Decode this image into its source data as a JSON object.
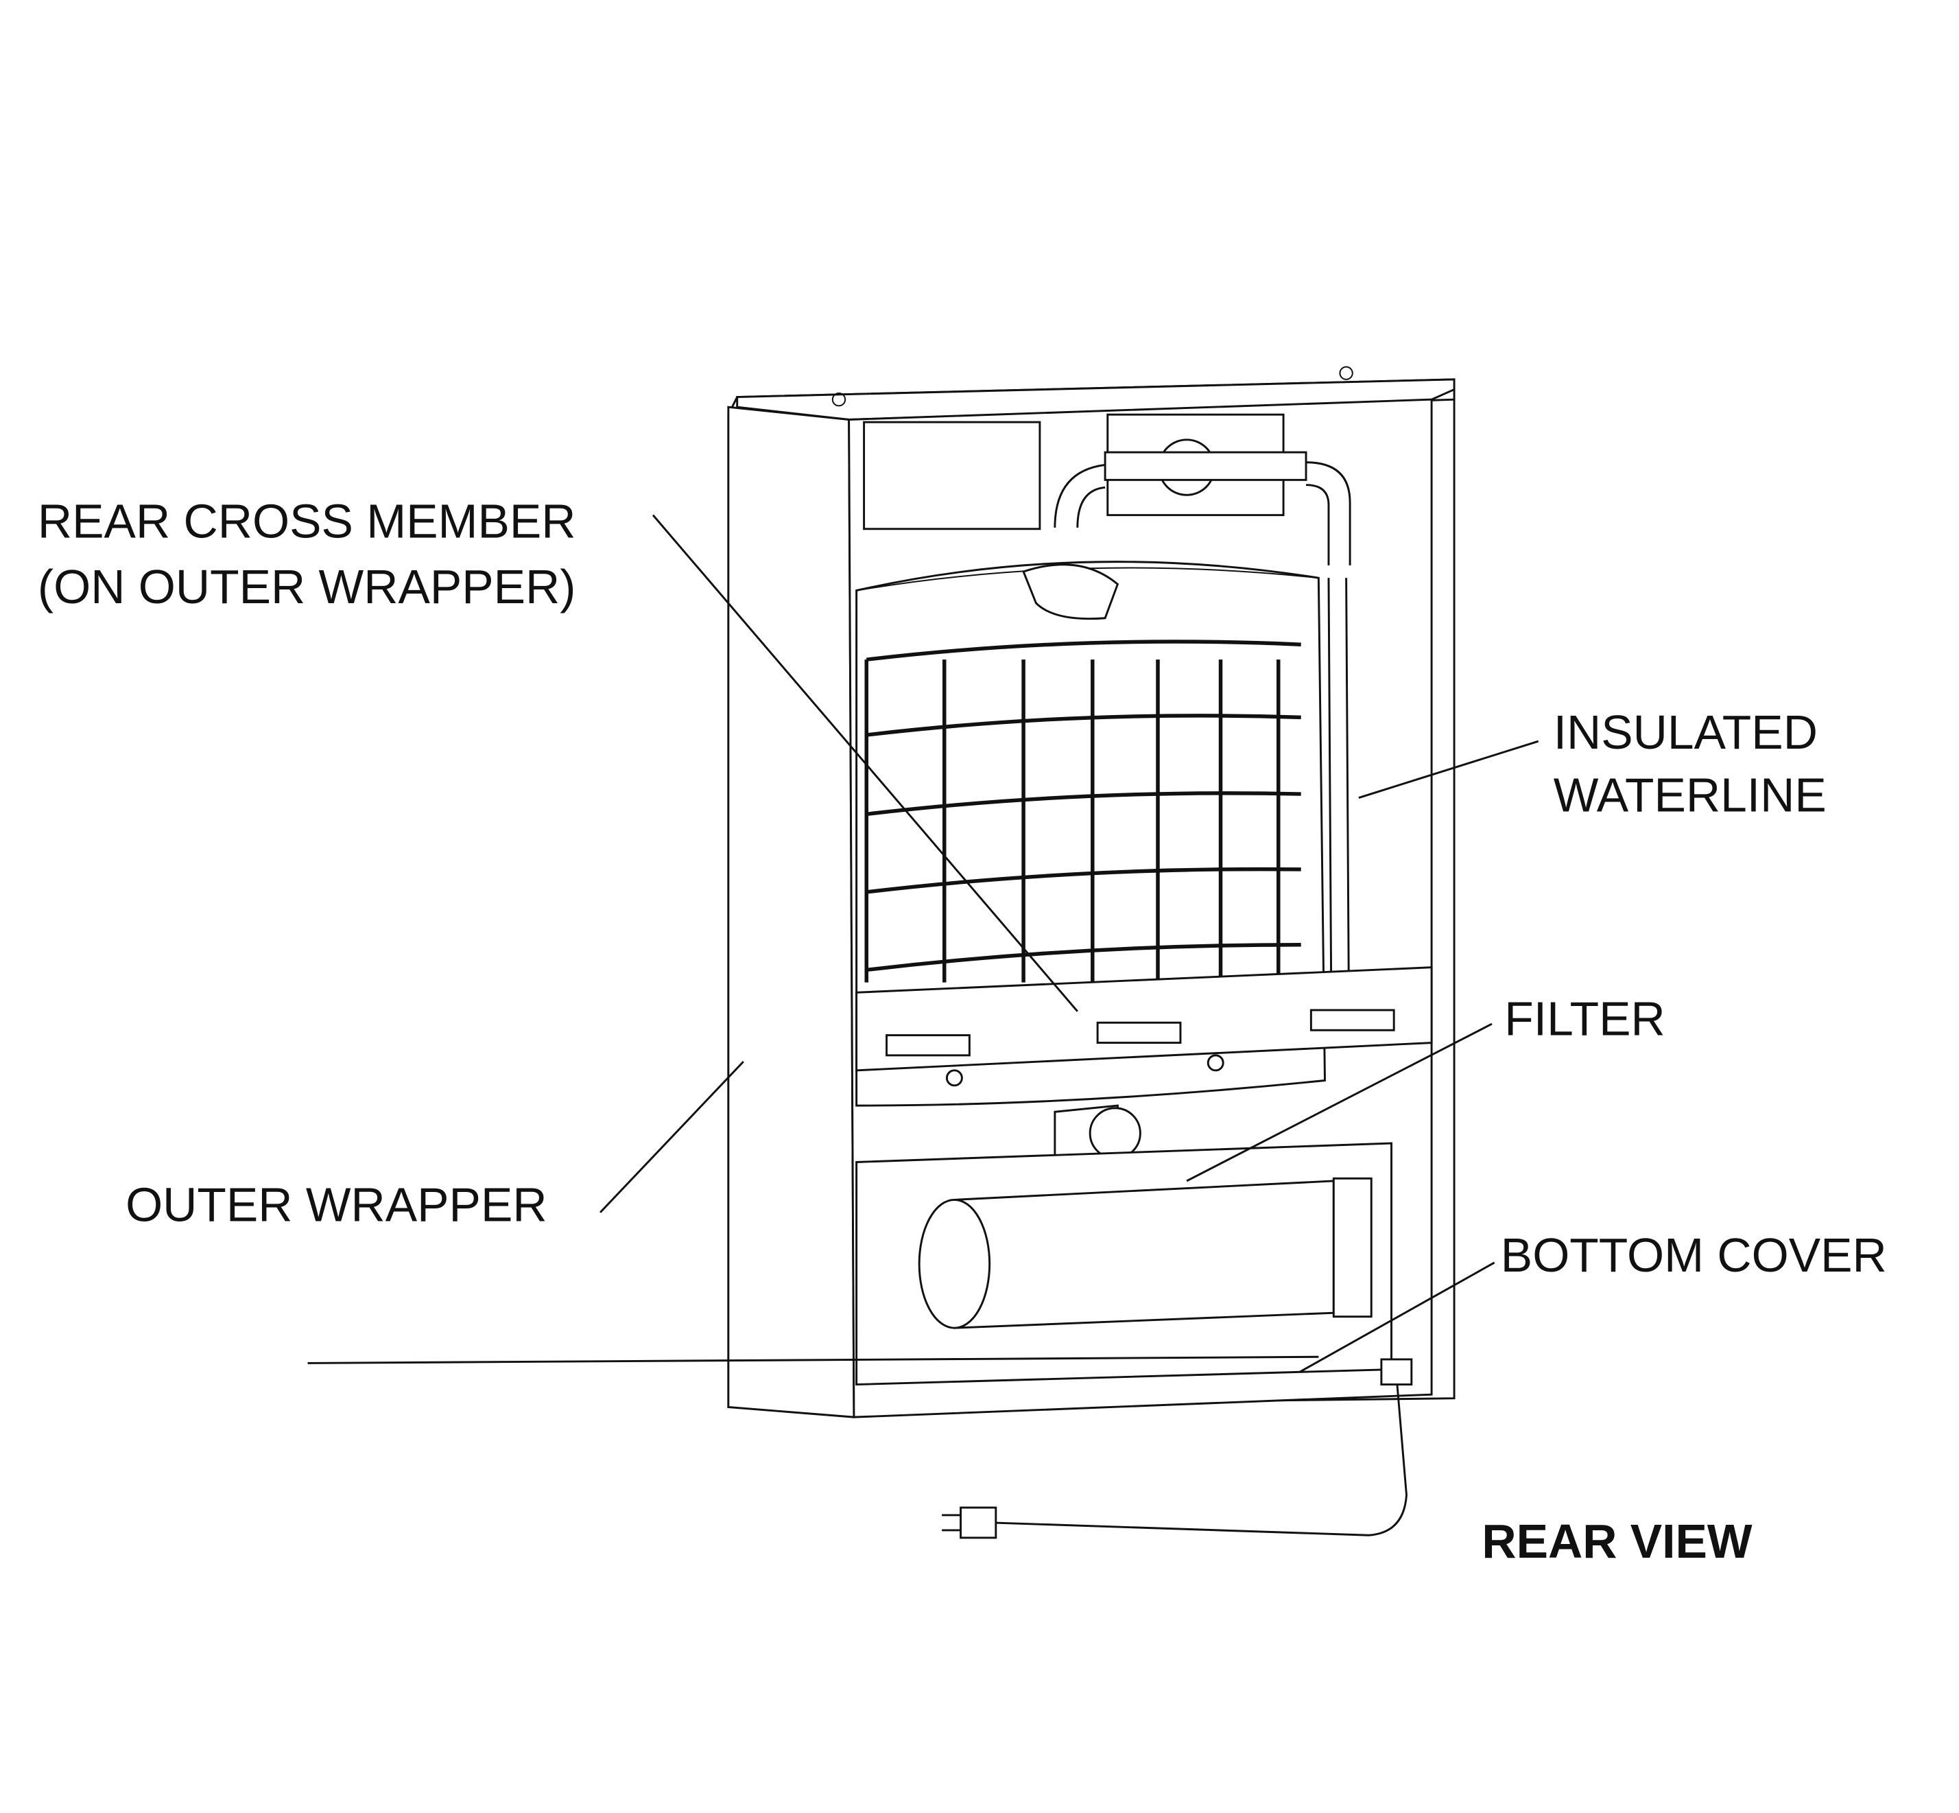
{
  "title": "REAR VIEW",
  "callouts": [
    {
      "id": "rear-cross-member",
      "lines": [
        "REAR CROSS MEMBER",
        "(ON OUTER WRAPPER)"
      ]
    },
    {
      "id": "insulated-waterline",
      "lines": [
        "INSULATED",
        "WATERLINE"
      ]
    },
    {
      "id": "filter",
      "lines": [
        "FILTER"
      ]
    },
    {
      "id": "outer-wrapper",
      "lines": [
        "OUTER WRAPPER"
      ]
    },
    {
      "id": "bottom-cover",
      "lines": [
        "BOTTOM COVER"
      ]
    }
  ],
  "colors": {
    "ink": "#111111",
    "background": "#ffffff"
  }
}
